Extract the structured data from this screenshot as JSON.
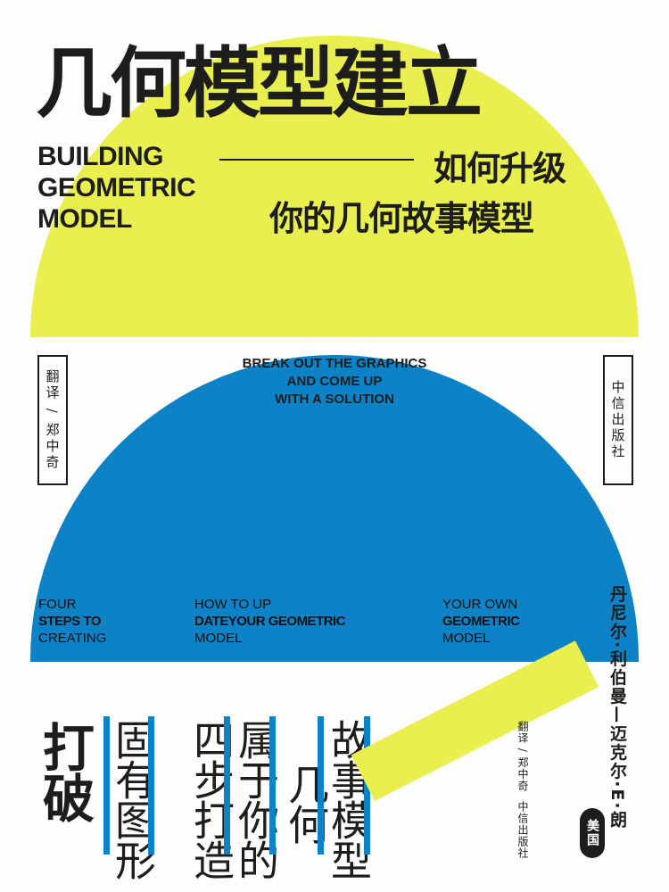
{
  "cover": {
    "title_cn": "几何模型建立",
    "title_en": [
      "BUILDING",
      "GEOMETRIC",
      "MODEL"
    ],
    "subtitle_cn": [
      "如何升级",
      "你的几何故事模型"
    ],
    "tagline": [
      "BREAK OUT THE GRAPHICS",
      "AND COME UP",
      "WITH A SOLUTION"
    ],
    "translator": "翻译 / 郑中奇",
    "publisher": "中信出版社",
    "steps": [
      {
        "l1": "FOUR",
        "l2": "STEPS TO",
        "l3": "CREATING"
      },
      {
        "l1": "HOW TO UP",
        "l2": "DATEYOUR GEOMETRIC",
        "l3": "MODEL"
      },
      {
        "l1": "YOUR OWN",
        "l2": "GEOMETRIC",
        "l3": "MODEL"
      }
    ],
    "author": "丹尼尔·利伯曼—迈克尔·E·朗",
    "country_badge": "美国",
    "vertical_lines": [
      "打破",
      "固有图形",
      "四步打造",
      "属于你的",
      "几何",
      "故事模型"
    ],
    "small_translator": "翻译 / 郑中奇",
    "small_publisher": "中信出版社"
  },
  "colors": {
    "yellow": "#e9ef4e",
    "blue": "#0e82c6",
    "ink": "#1d1d1b"
  }
}
